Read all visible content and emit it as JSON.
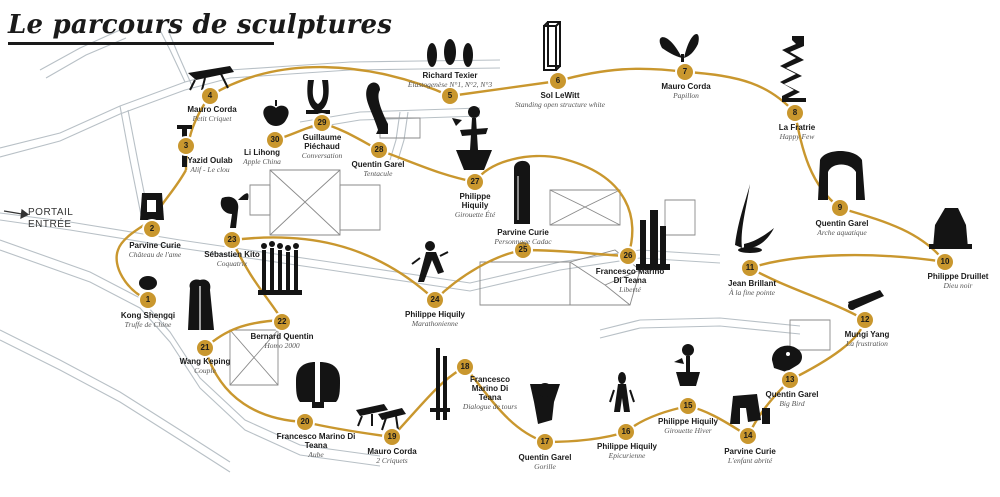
{
  "title": "Le parcours de sculptures",
  "entrance": {
    "line1": "PORTAIL",
    "line2": "ENTRÉE"
  },
  "colors": {
    "path": "#c9972e",
    "marker": "#c9972e",
    "roads": "#b8c0c6",
    "buildings": "#8a8a8a",
    "sculpture": "#141414"
  },
  "stops": [
    {
      "number": "1",
      "artist": "Kong Shengqi",
      "work": "Truffe de Chine",
      "icon": "truffle-sculpture-icon"
    },
    {
      "number": "2",
      "artist": "Parvine Curie",
      "work": "Château de l'ame",
      "icon": "chateau-sculpture-icon"
    },
    {
      "number": "3",
      "artist": "Yazid Oulab",
      "work": "Alif - Le clou",
      "icon": "nail-sculpture-icon"
    },
    {
      "number": "4",
      "artist": "Mauro Corda",
      "work": "Petit Criquet",
      "icon": "cricket-sculpture-icon"
    },
    {
      "number": "5",
      "artist": "Richard Texier",
      "work": "Élastogenèse N°1, N°2, N°3",
      "icon": "elastogenese-sculpture-icon"
    },
    {
      "number": "6",
      "artist": "Sol LeWitt",
      "work": "Standing open structure white",
      "icon": "open-structure-sculpture-icon"
    },
    {
      "number": "7",
      "artist": "Mauro Corda",
      "work": "Papillon",
      "icon": "butterfly-sculpture-icon"
    },
    {
      "number": "8",
      "artist": "La Fratrie",
      "work": "Happy Few",
      "icon": "spiral-stair-sculpture-icon"
    },
    {
      "number": "9",
      "artist": "Quentin Garel",
      "work": "Arche aquatique",
      "icon": "arch-sculpture-icon"
    },
    {
      "number": "10",
      "artist": "Philippe Druillet",
      "work": "Dieu noir",
      "icon": "dark-god-sculpture-icon"
    },
    {
      "number": "11",
      "artist": "Jean Brillant",
      "work": "À la fine pointe",
      "icon": "horns-sculpture-icon"
    },
    {
      "number": "12",
      "artist": "Mungi Yang",
      "work": "La frustration",
      "icon": "cannon-sculpture-icon"
    },
    {
      "number": "13",
      "artist": "Quentin Garel",
      "work": "Big Bird",
      "icon": "bird-skull-sculpture-icon"
    },
    {
      "number": "14",
      "artist": "Parvine Curie",
      "work": "L'enfant abrité",
      "icon": "shelter-sculpture-icon"
    },
    {
      "number": "15",
      "artist": "Philippe Hiquily",
      "work": "Girouette Hiver",
      "icon": "weathervane-sculpture-icon"
    },
    {
      "number": "16",
      "artist": "Philippe Hiquily",
      "work": "Epicurienne",
      "icon": "figure-sculpture-icon"
    },
    {
      "number": "17",
      "artist": "Quentin Garel",
      "work": "Gorille",
      "icon": "gorilla-sculpture-icon"
    },
    {
      "number": "18",
      "artist": "Francesco Marino Di Teana",
      "work": "Dialogue de tours",
      "icon": "towers-sculpture-icon"
    },
    {
      "number": "19",
      "artist": "Mauro Corda",
      "work": "2 Criquets",
      "icon": "crickets-sculpture-icon"
    },
    {
      "number": "20",
      "artist": "Francesco Marino Di Teana",
      "work": "Aube",
      "icon": "dawn-sculpture-icon"
    },
    {
      "number": "21",
      "artist": "Wang Keping",
      "work": "Couple",
      "icon": "couple-sculpture-icon"
    },
    {
      "number": "22",
      "artist": "Bernard Quentin",
      "work": "Homo 2000",
      "icon": "homo-sculpture-icon"
    },
    {
      "number": "23",
      "artist": "Sébastien Kito",
      "work": "Coquatrix",
      "icon": "rooster-sculpture-icon"
    },
    {
      "number": "24",
      "artist": "Philippe Hiquily",
      "work": "Marathonienne",
      "icon": "runner-sculpture-icon"
    },
    {
      "number": "25",
      "artist": "Parvine Curie",
      "work": "Personnage Cadac",
      "icon": "personnage-sculpture-icon"
    },
    {
      "number": "26",
      "artist": "Francesco Marino Di Teana",
      "work": "Liberté",
      "icon": "liberty-sculpture-icon"
    },
    {
      "number": "27",
      "artist": "Philippe Hiquily",
      "work": "Girouette Été",
      "icon": "weathervane-sculpture-icon"
    },
    {
      "number": "28",
      "artist": "Quentin Garel",
      "work": "Tentacule",
      "icon": "tentacle-sculpture-icon"
    },
    {
      "number": "29",
      "artist": "Guillaume Piéchaud",
      "work": "Conversation",
      "icon": "conversation-sculpture-icon"
    },
    {
      "number": "30",
      "artist": "Li Lihong",
      "work": "Apple China",
      "icon": "apple-sculpture-icon"
    }
  ]
}
